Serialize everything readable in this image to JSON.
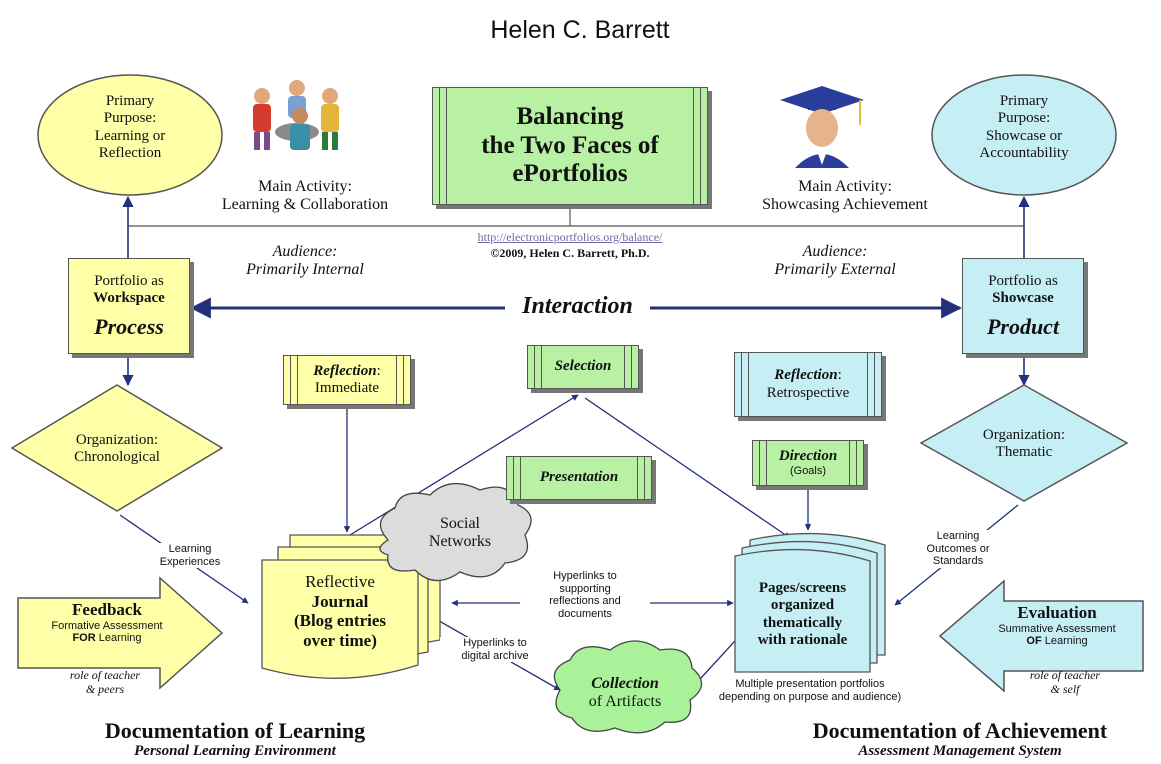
{
  "author": "Helen C. Barrett",
  "title": {
    "line1": "Balancing",
    "line2": "the Two Faces of",
    "line3": "ePortfolios"
  },
  "url": "http://electronicportfolios.org/balance/",
  "copyright": "©2009, Helen C. Barrett, Ph.D.",
  "left": {
    "purpose": {
      "line1": "Primary",
      "line2": "Purpose:",
      "line3": "Learning or",
      "line4": "Reflection"
    },
    "activity": {
      "line1": "Main Activity:",
      "line2": "Learning & Collaboration"
    },
    "audience": {
      "line1": "Audience:",
      "line2": "Primarily Internal"
    },
    "portfolio": {
      "line1": "Portfolio as",
      "line2": "Workspace",
      "line3": "Process"
    },
    "organization": {
      "line1": "Organization:",
      "line2": "Chronological"
    },
    "experiences": {
      "line1": "Learning",
      "line2": "Experiences"
    },
    "feedback": {
      "line1": "Feedback",
      "line2": "Formative Assessment",
      "line3a": "FOR",
      "line3b": " Learning"
    },
    "role": {
      "line1": "role of teacher",
      "line2": "& peers"
    },
    "footer": {
      "title": "Documentation of Learning",
      "subtitle": "Personal Learning Environment"
    }
  },
  "right": {
    "purpose": {
      "line1": "Primary",
      "line2": "Purpose:",
      "line3": "Showcase or",
      "line4": "Accountability"
    },
    "activity": {
      "line1": "Main Activity:",
      "line2": "Showcasing Achievement"
    },
    "audience": {
      "line1": "Audience:",
      "line2": "Primarily External"
    },
    "portfolio": {
      "line1": "Portfolio as",
      "line2": "Showcase",
      "line3": "Product"
    },
    "organization": {
      "line1": "Organization:",
      "line2": "Thematic"
    },
    "outcomes": {
      "line1": "Learning",
      "line2": "Outcomes or",
      "line3": "Standards"
    },
    "evaluation": {
      "line1": "Evaluation",
      "line2": "Summative Assessment",
      "line3a": "OF",
      "line3b": " Learning"
    },
    "role": {
      "line1": "role of teacher",
      "line2": "& self"
    },
    "footer": {
      "title": "Documentation of Achievement",
      "subtitle": "Assessment Management System"
    }
  },
  "interaction": "Interaction",
  "reflection_immediate": {
    "bold": "Reflection",
    "rest": ":",
    "line2": "Immediate"
  },
  "selection": "Selection",
  "presentation": "Presentation",
  "reflection_retro": {
    "bold": "Reflection",
    "rest": ":",
    "line2": "Retrospective"
  },
  "direction": {
    "line1": "Direction",
    "line2": "(Goals)"
  },
  "social": {
    "line1": "Social",
    "line2": "Networks"
  },
  "journal": {
    "line1": "Reflective",
    "line2": "Journal",
    "line3": "(Blog entries",
    "line4": "over time)"
  },
  "pages": {
    "line1": "Pages/screens",
    "line2": "organized",
    "line3": "thematically",
    "line4": "with rationale"
  },
  "hyperlinks_supporting": {
    "line1": "Hyperlinks to",
    "line2": "supporting",
    "line3": "reflections and",
    "line4": "documents"
  },
  "hyperlinks_archive": {
    "line1": "Hyperlinks to",
    "line2": "digital archive"
  },
  "collection": {
    "line1": "Collection",
    "line2": "of Artifacts"
  },
  "multiple": {
    "line1": "Multiple presentation portfolios",
    "line2": "depending on purpose and audience)"
  }
}
